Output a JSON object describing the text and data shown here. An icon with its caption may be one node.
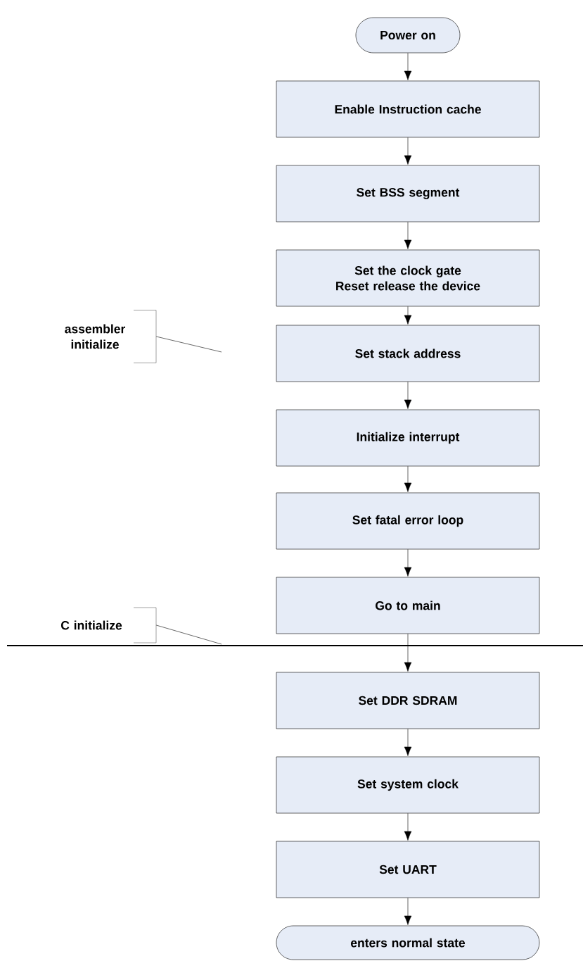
{
  "diagram": {
    "nodes": [
      {
        "text": [
          "Power on"
        ]
      },
      {
        "text": [
          "Enable Instruction cache"
        ]
      },
      {
        "text": [
          "Set BSS segment"
        ]
      },
      {
        "text": [
          "Set the clock gate",
          "Reset release the device"
        ]
      },
      {
        "text": [
          "Set stack address"
        ]
      },
      {
        "text": [
          "Initialize interrupt"
        ]
      },
      {
        "text": [
          "Set fatal error loop"
        ]
      },
      {
        "text": [
          "Go to main"
        ]
      },
      {
        "text": [
          "Set DDR SDRAM"
        ]
      },
      {
        "text": [
          "Set system clock"
        ]
      },
      {
        "text": [
          "Set UART"
        ]
      },
      {
        "text": [
          "enters normal state"
        ]
      },
      {
        "text": [
          "assembler initialize"
        ]
      },
      {
        "text": [
          "C initialize"
        ]
      }
    ],
    "edges": [
      {
        "from": 0,
        "to": 1,
        "arrow": "to"
      },
      {
        "from": 1,
        "to": 2,
        "arrow": "to"
      },
      {
        "from": 2,
        "to": 3,
        "arrow": "to"
      },
      {
        "from": 3,
        "to": 4,
        "arrow": "to"
      },
      {
        "from": 4,
        "to": 5,
        "arrow": "to"
      },
      {
        "from": 5,
        "to": 6,
        "arrow": "to"
      },
      {
        "from": 6,
        "to": 7,
        "arrow": "to"
      },
      {
        "from": 7,
        "to": 8,
        "arrow": "to"
      },
      {
        "from": 8,
        "to": 9,
        "arrow": "to"
      },
      {
        "from": 9,
        "to": 10,
        "arrow": "to"
      },
      {
        "from": 10,
        "to": 11,
        "arrow": "to"
      },
      {
        "from": 12,
        "to": null,
        "arrow": "none"
      },
      {
        "from": 13,
        "to": null,
        "arrow": "none"
      }
    ]
  }
}
